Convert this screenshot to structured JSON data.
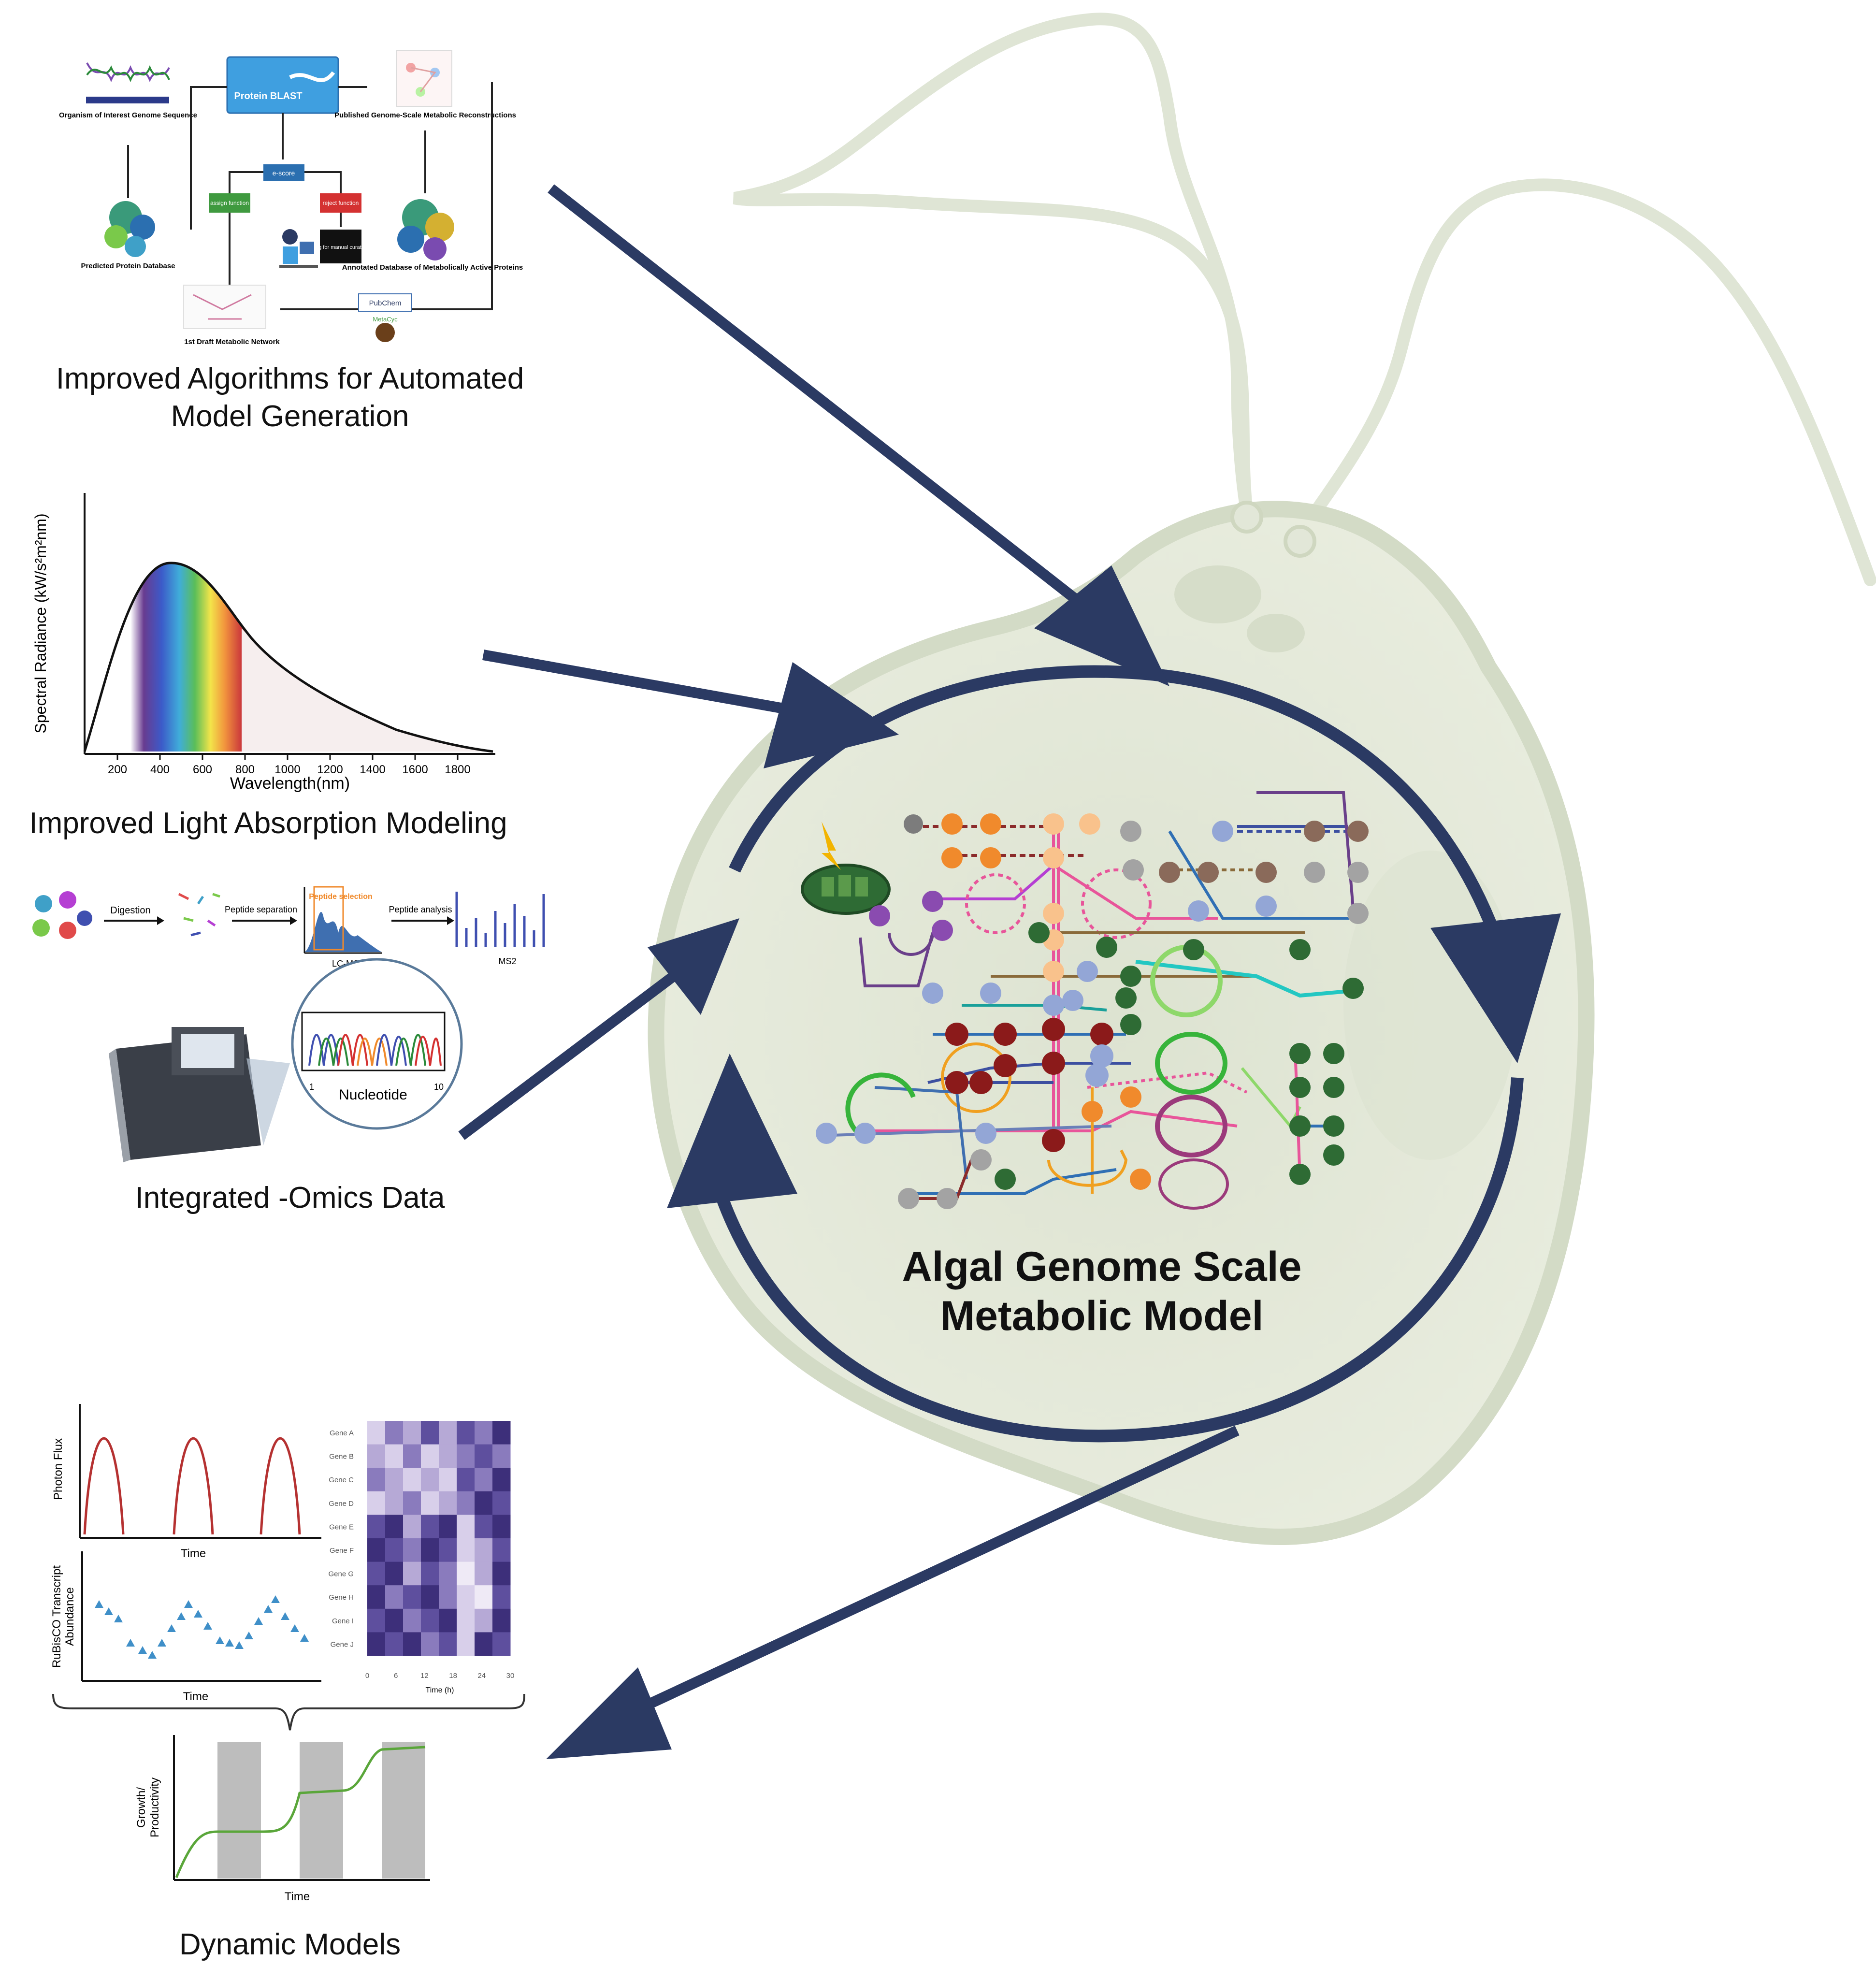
{
  "panels": {
    "automated": {
      "caption": "Improved Algorithms for Automated Model Generation",
      "caption_line1": "Improved Algorithms for Automated",
      "caption_line2": "Model Generation",
      "protein_blast": "Protein BLAST",
      "genome_label": "Organism of Interest Genome Sequence",
      "published_label": "Published Genome-Scale Metabolic Reconstructions",
      "evalue": "e-score",
      "assign": "assign function",
      "reject": "reject function",
      "flag": "flag for manual curation",
      "predicted_db": "Predicted Protein Database",
      "annotated_db": "Annotated Database of Metabolically Active Proteins",
      "pubchem": "PubChem",
      "metacyc": "MetaCyc",
      "draft": "1st Draft Metabolic Network"
    },
    "light": {
      "caption": "Improved Light Absorption Modeling",
      "ylabel": "Spectral Radiance (kW/s²m²nm)",
      "xlabel": "Wavelength(nm)",
      "ticks": [
        "200",
        "400",
        "600",
        "800",
        "1000",
        "1200",
        "1400",
        "1600",
        "1800"
      ]
    },
    "omics": {
      "caption": "Integrated -Omics Data",
      "digestion": "Digestion",
      "peptide_sep": "Peptide separation",
      "peptide_sel": "Peptide selection",
      "peptide_an": "Peptide analysis",
      "lcms": "LC-MS",
      "ms2": "MS2",
      "nucleotide": "Nucleotide",
      "tick1": "1",
      "tick10": "10"
    },
    "dynamic": {
      "caption": "Dynamic Models",
      "photon_ylabel": "Photon Flux",
      "rubisco_ylabel1": "RuBisCO Transcript",
      "rubisco_ylabel2": "Abundance",
      "time": "Time",
      "growth_ylabel1": "Growth/",
      "growth_ylabel2": "Productivity",
      "genes": [
        "Gene A",
        "Gene B",
        "Gene C",
        "Gene D",
        "Gene E",
        "Gene F",
        "Gene G",
        "Gene H",
        "Gene I",
        "Gene J"
      ],
      "heat_ticks": [
        "0",
        "6",
        "12",
        "18",
        "24",
        "30"
      ],
      "heat_xlabel": "Time (h)"
    }
  },
  "center": {
    "title_line1": "Algal Genome Scale",
    "title_line2": "Metabolic Model"
  },
  "colors": {
    "arrow": "#2b3a63",
    "cell_fill": "#e4e9da",
    "cell_stroke": "#d3dbc6",
    "flagella": "#dfe5d5"
  }
}
